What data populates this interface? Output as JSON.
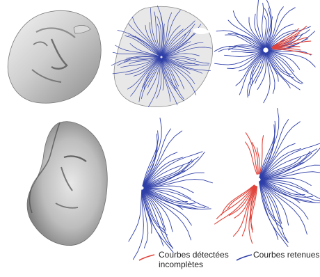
{
  "legend": {
    "incomplete_line1": "Courbes détectées",
    "incomplete_line2": "incomplètes",
    "retained": "Courbes retenues"
  },
  "colors": {
    "retained_curve": "#2f3fa8",
    "incomplete_curve": "#e0433a",
    "mesh_light": "#e6e6e6",
    "mesh_dark": "#5a5a5a",
    "background": "#ffffff"
  },
  "panels": [
    {
      "row": 1,
      "col": 1,
      "content": "face mesh, rotated view"
    },
    {
      "row": 1,
      "col": 2,
      "content": "mesh with curves overlaid"
    },
    {
      "row": 1,
      "col": 3,
      "content": "retained and incomplete curves"
    },
    {
      "row": 2,
      "col": 1,
      "content": "face mesh, profile view"
    },
    {
      "row": 2,
      "col": 2,
      "content": "retained curves"
    },
    {
      "row": 2,
      "col": 3,
      "content": "retained and incomplete curves"
    }
  ]
}
